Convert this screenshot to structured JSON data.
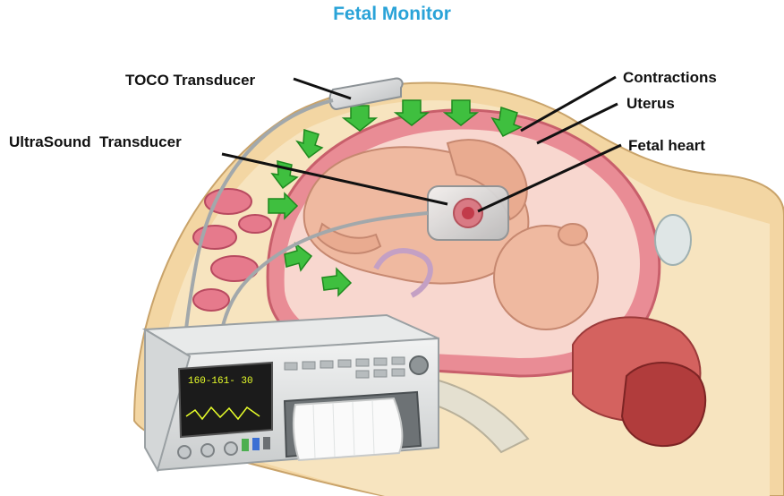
{
  "title": "Fetal Monitor",
  "labels": {
    "toco": "TOCO Transducer",
    "ultrasound": "UltraSound  Transducer",
    "contractions": "Contractions",
    "uterus": "Uterus",
    "fetal_heart": "Fetal heart"
  },
  "monitor": {
    "screen_readout": "160-161-  30",
    "screen_color": "#e8ff2a"
  },
  "colors": {
    "title": "#2aa3d8",
    "arrow": "#3fbf3f",
    "uterus_wall": "#e98c95",
    "skin": "#f3d6a3",
    "fetus": "#efb9a0"
  }
}
